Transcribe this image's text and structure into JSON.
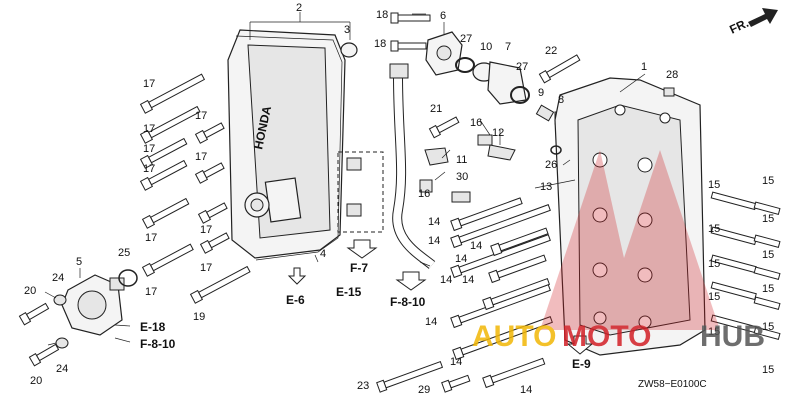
{
  "direction_label": "FR.",
  "diagram_code": "ZW58−E0100C",
  "watermark": {
    "part1": "AUTO",
    "part2": "MOTO",
    "part3": "HUB",
    "color1": "#f2b705",
    "color2": "#d21f26",
    "color3": "#555555"
  },
  "cover_text": "HONDA",
  "refs": {
    "e6": "E-6",
    "e15": "E-15",
    "e18": "E-18",
    "f810a": "F-8-10",
    "f810b": "F-8-10",
    "f7": "F-7",
    "e9": "E-9"
  },
  "callouts": {
    "c2": "2",
    "c3": "3",
    "c4": "4",
    "c5": "5",
    "c6": "6",
    "c7": "7",
    "c8": "8",
    "c9": "9",
    "c10": "10",
    "c11": "11",
    "c12": "12",
    "c13": "13",
    "c16a": "16",
    "c16b": "16",
    "c17a": "17",
    "c17b": "17",
    "c17c": "17",
    "c17d": "17",
    "c17e": "17",
    "c17f": "17",
    "c17g": "17",
    "c17h": "17",
    "c17i": "17",
    "c17j": "17",
    "c18a": "18",
    "c18b": "18",
    "c19": "19",
    "c20a": "20",
    "c20b": "20",
    "c21": "21",
    "c22": "22",
    "c23": "23",
    "c24a": "24",
    "c24b": "24",
    "c25": "25",
    "c26": "26",
    "c27a": "27",
    "c27b": "27",
    "c28": "28",
    "c29": "29",
    "c30": "30",
    "c1": "1",
    "c14a": "14",
    "c14b": "14",
    "c14c": "14",
    "c14d": "14",
    "c14e": "14",
    "c14f": "14",
    "c14g": "14",
    "c14h": "14",
    "c14i": "14",
    "c15a": "15",
    "c15b": "15",
    "c15c": "15",
    "c15d": "15",
    "c15e": "15",
    "c15f": "15",
    "c15g": "15",
    "c15h": "15",
    "c15i": "15",
    "c15j": "15",
    "c15k": "15"
  }
}
